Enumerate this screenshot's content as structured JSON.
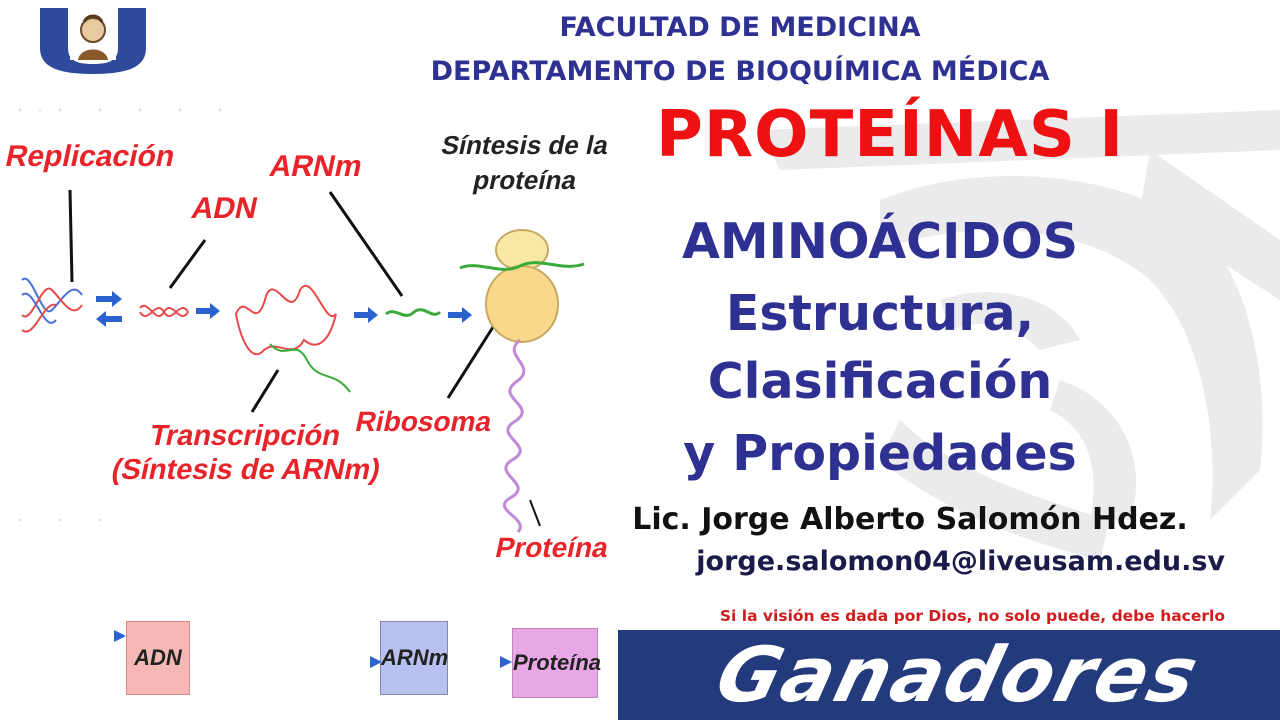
{
  "header": {
    "line1": "FACULTAD DE MEDICINA",
    "line2": "DEPARTAMENTO DE BIOQUÍMICA MÉDICA"
  },
  "title": "PROTEÍNAS I",
  "subtitle": {
    "line1": "AMINOÁCIDOS",
    "line2": "Estructura,",
    "line3": "Clasificación",
    "line4": "y Propiedades"
  },
  "author": "Lic. Jorge Alberto Salomón Hdez.",
  "email": "jorge.salomon04@liveusam.edu.sv",
  "motto": "Si la visión es dada por Dios, no solo puede, debe hacerlo",
  "banner": "Ganadores",
  "diagram": {
    "replicacion": "Replicación",
    "adn": "ADN",
    "arnm": "ARNm",
    "sintesis_l1": "Síntesis de la",
    "sintesis_l2": "proteína",
    "transcripcion_l1": "Transcripción",
    "transcripcion_l2": "(Síntesis de ARNm)",
    "ribosoma": "Ribosoma",
    "proteina": "Proteína"
  },
  "flow": {
    "adn": "ADN",
    "arnm": "ARNm",
    "proteina": "Proteína"
  },
  "colors": {
    "header_blue": "#2e3192",
    "title_red": "#ee1111",
    "banner_bg": "#233b7c"
  }
}
